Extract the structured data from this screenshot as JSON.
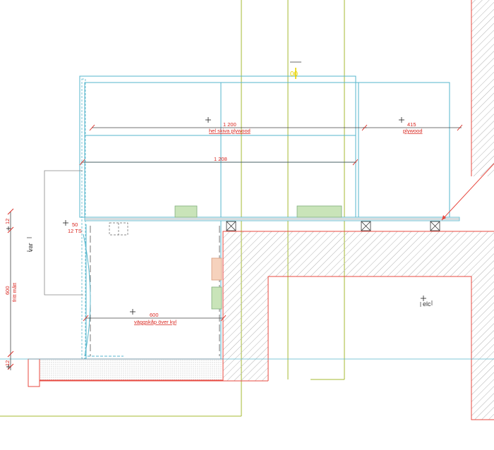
{
  "colors": {
    "wall": "#e8483f",
    "cabinet": "#56b6cc",
    "axis": "#a6b832",
    "dimension": "#d9261f",
    "panel_green": "#c9e4b9",
    "panel_peach": "#f6d2bd",
    "yellow_mark": "#e8d300",
    "leader": "#888888",
    "hatch": "#b3b3b3"
  },
  "labels": {
    "top_mark": "00",
    "dim_1200": "1 200",
    "dim_1200_note": "hel skiva plywood",
    "dim_415": "415",
    "dim_415_note": "plywood",
    "dim_1208": "1 208",
    "dim_50": "50",
    "dim_50_note": "12 TS",
    "dim_600": "600",
    "dim_600_note": "väggskåp över kyl",
    "vert_dim_600": "600",
    "vert_dim_600_note": "fritt mått",
    "vert_dim_top": "12",
    "vert_dim_bottom": "12",
    "tag_elc": "elc",
    "tag_var": "var"
  }
}
